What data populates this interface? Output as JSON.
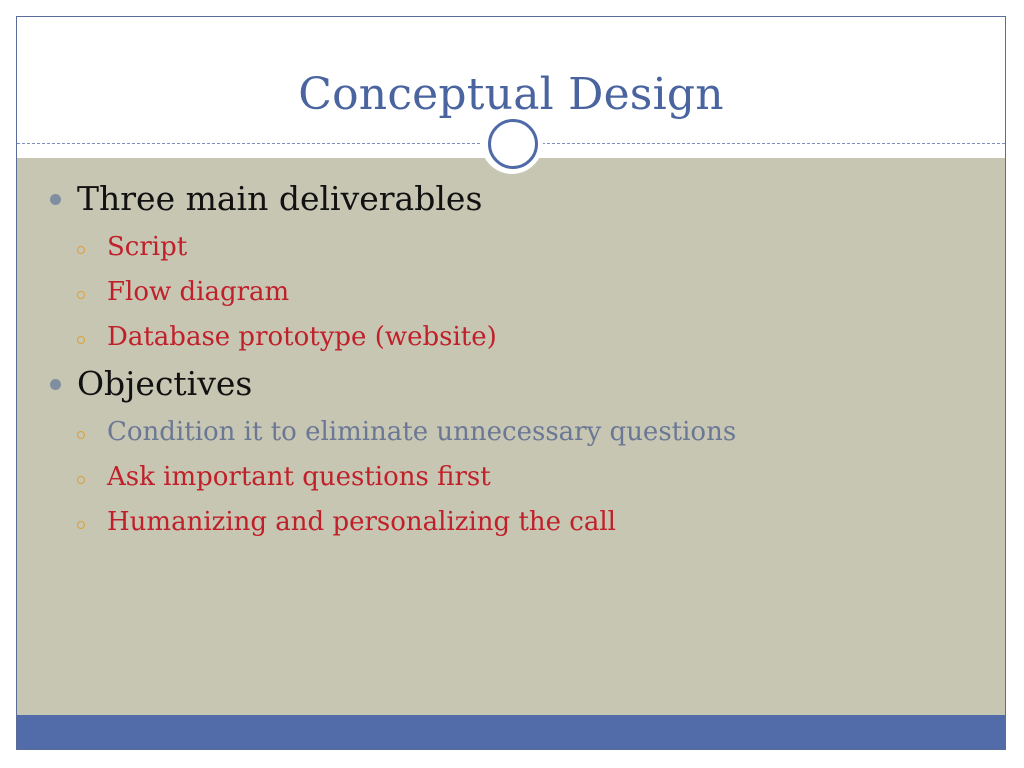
{
  "title": "Conceptual Design",
  "colors": {
    "title": "#4a64a0",
    "body_bg": "#c7c6b3",
    "footer": "#526ba9",
    "red_text": "#c0202a",
    "gray_text": "#6b7895",
    "sub_bullet": "#d9a03a"
  },
  "sections": [
    {
      "heading": "Three main deliverables",
      "items": [
        {
          "text": "Script",
          "color": "#c0202a"
        },
        {
          "text": "Flow diagram",
          "color": "#c0202a"
        },
        {
          "text": "Database prototype (website)",
          "color": "#c0202a"
        }
      ]
    },
    {
      "heading": "Objectives",
      "items": [
        {
          "text": "Condition it to eliminate unnecessary questions",
          "color": "#6b7895"
        },
        {
          "text": "Ask important questions first",
          "color": "#c0202a"
        },
        {
          "text": "Humanizing and personalizing the call",
          "color": "#c0202a"
        }
      ]
    }
  ]
}
